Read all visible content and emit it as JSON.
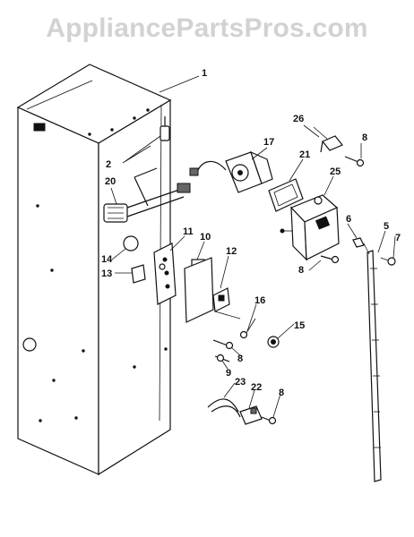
{
  "watermark": "AppliancePartsPros.com",
  "callouts": {
    "c1": "1",
    "c2": "2",
    "c5": "5",
    "c6": "6",
    "c7": "7",
    "c8a": "8",
    "c8b": "8",
    "c8c": "8",
    "c8d": "8",
    "c9": "9",
    "c10": "10",
    "c11": "11",
    "c12": "12",
    "c13": "13",
    "c14": "14",
    "c15": "15",
    "c16": "16",
    "c17": "17",
    "c20": "20",
    "c21": "21",
    "c22": "22",
    "c23": "23",
    "c25": "25",
    "c26": "26"
  }
}
